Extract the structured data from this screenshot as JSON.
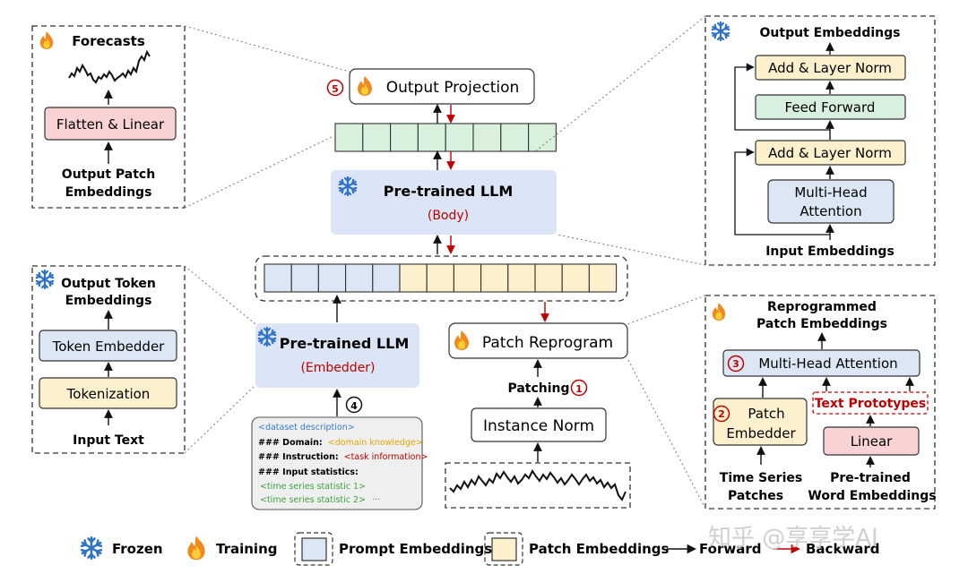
{
  "colors": {
    "prompt_fill": "#dbe7f4",
    "patch_fill": "#fdf0cc",
    "llm_fill": "#dbe5f5",
    "ffn_fill": "#d9efdf",
    "red_fill": "#f9d3d3",
    "grid_fill": "#d9f0dc",
    "backward": "#c00000",
    "domain": "#e6a700",
    "task": "#c00000",
    "stat": "#3ea33e",
    "desc": "#3b7bd0"
  },
  "icons": {
    "frozen": "snowflake-icon",
    "training": "flame-icon"
  },
  "panel_forecast": {
    "title": "Forecasts",
    "box": "Flatten & Linear",
    "input_line1": "Output Patch",
    "input_line2": "Embeddings"
  },
  "output_projection": {
    "step": "5",
    "label": "Output Projection"
  },
  "llm_body": {
    "title": "Pre-trained LLM",
    "subtitle": "(Body)"
  },
  "panel_transformer": {
    "title": "Output Embeddings",
    "add_norm_top": "Add & Layer Norm",
    "feed_forward": "Feed Forward",
    "add_norm_bottom": "Add & Layer Norm",
    "mha_line1": "Multi-Head",
    "mha_line2": "Attention",
    "input": "Input Embeddings"
  },
  "panel_token": {
    "title_line1": "Output Token",
    "title_line2": "Embeddings",
    "token_embedder": "Token Embedder",
    "tokenization": "Tokenization",
    "input": "Input Text"
  },
  "llm_embedder": {
    "title": "Pre-trained LLM",
    "subtitle": "(Embedder)",
    "step": "4"
  },
  "prompt_box": {
    "line1": "<dataset description>",
    "domain_label": "### Domain:",
    "domain_value": "<domain knowledge>",
    "instruction_label": "### Instruction:",
    "instruction_value": "<task information>",
    "stats_label": "### Input statistics:",
    "stat1": "<time series statistic 1>",
    "stat2": "<time series statistic 2>",
    "ellipsis": "···"
  },
  "patch_reprogram": {
    "label": "Patch Reprogram"
  },
  "patching": {
    "label": "Patching",
    "step": "1"
  },
  "instance_norm": {
    "label": "Instance Norm"
  },
  "panel_reprogram": {
    "title_line1": "Reprogrammed",
    "title_line2": "Patch Embeddings",
    "mha_step": "3",
    "mha": "Multi-Head Attention",
    "text_prototypes": "Text Prototypes",
    "patch_step": "2",
    "patch_embedder_line1": "Patch",
    "patch_embedder_line2": "Embedder",
    "linear": "Linear",
    "ts_line1": "Time Series",
    "ts_line2": "Patches",
    "word_line1": "Pre-trained",
    "word_line2": "Word Embeddings"
  },
  "legend": {
    "frozen": "Frozen",
    "training": "Training",
    "prompt": "Prompt Embeddings",
    "patch": "Patch Embeddings",
    "forward": "Forward",
    "backward": "Backward"
  },
  "watermark": "知乎 @享享学AI"
}
